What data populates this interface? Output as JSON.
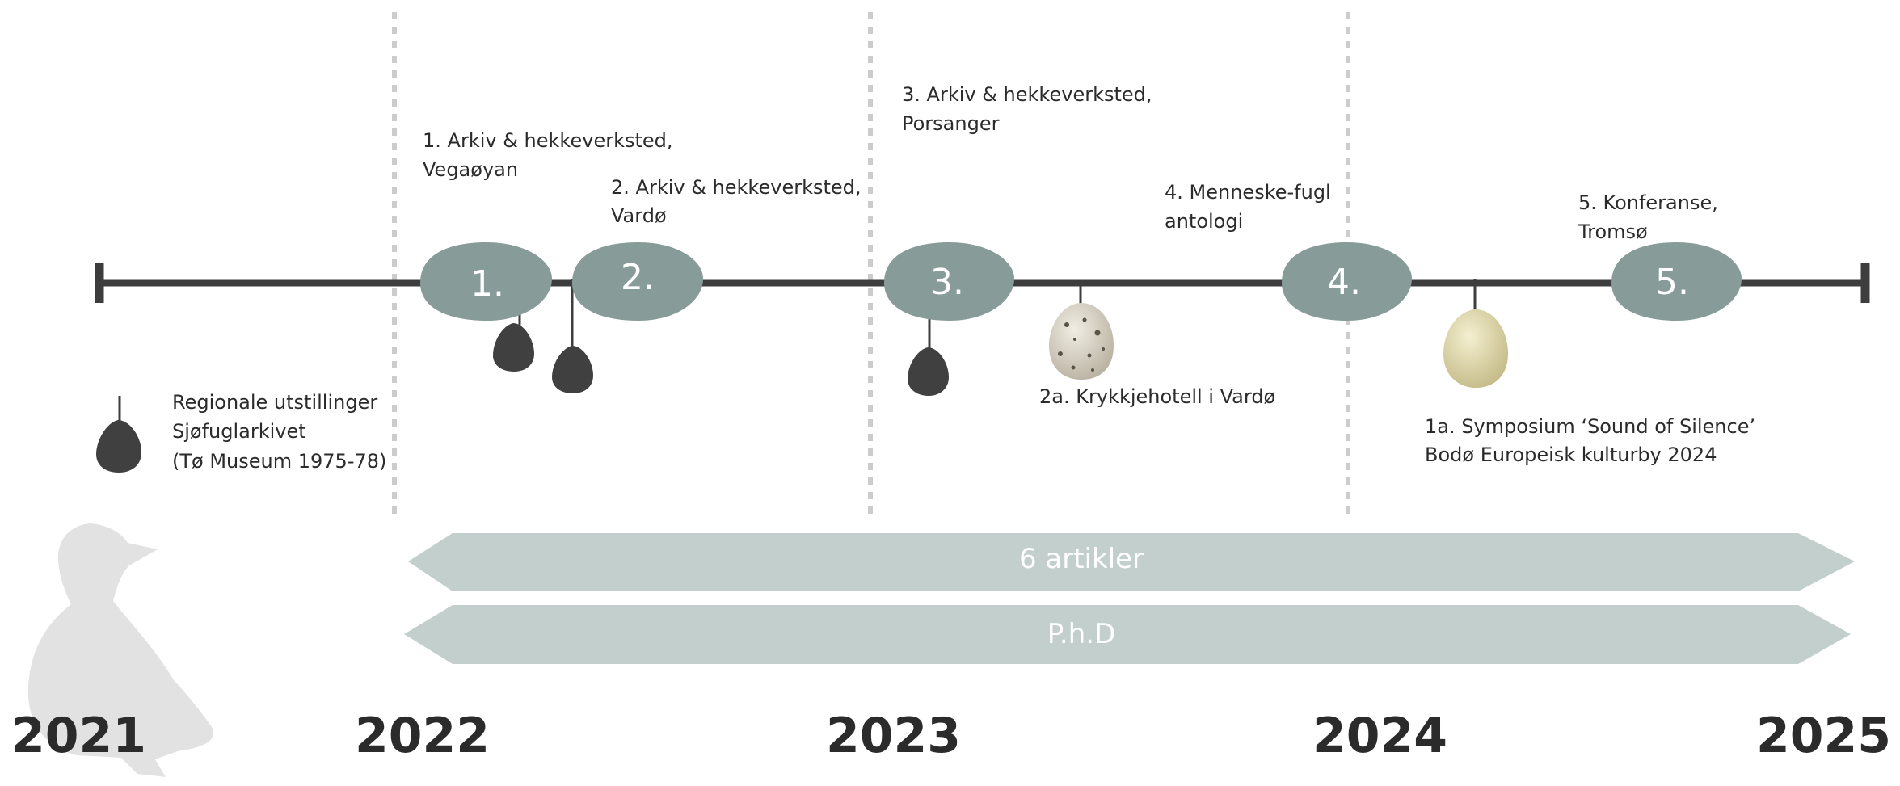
{
  "colors": {
    "axis": "#3d3d3d",
    "milestone": "#879b98",
    "band": "#c3cfcc",
    "dark_egg": "#404040",
    "divider": "#cccccc",
    "silhouette": "#e2e2e2",
    "speckled_egg": "#d8d2c2",
    "cream_egg": "#ddd6aa",
    "white": "#ffffff",
    "text": "#2b2b2b"
  },
  "years": [
    "2021",
    "2022",
    "2023",
    "2024",
    "2025"
  ],
  "milestones": [
    {
      "marker": "1.",
      "title": "1. Arkiv & hekkeverksted,",
      "place": "Vegaøyan"
    },
    {
      "marker": "2.",
      "title": "2. Arkiv & hekkeverksted,",
      "place": "Vardø"
    },
    {
      "marker": "3.",
      "title": "3. Arkiv & hekkeverksted,",
      "place": "Porsanger"
    },
    {
      "marker": "4.",
      "title": "4. Menneske-fugl",
      "place": "antologi"
    },
    {
      "marker": "5.",
      "title": "5. Konferanse,",
      "place": "Tromsø"
    }
  ],
  "events": {
    "krykkje": "2a. Krykkjehotell i Vardø",
    "symposium_line1": "1a. Symposium ‘Sound of Silence’",
    "symposium_line2": "Bodø Europeisk kulturby 2024"
  },
  "legend": {
    "line1": "Regionale utstillinger",
    "line2": "Sjøfuglarkivet",
    "line3": "(Tø Museum 1975-78)"
  },
  "bands": {
    "articles": "6 artikler",
    "phd": "P.h.D"
  },
  "icons": [
    "duck-silhouette-icon",
    "dark-egg-icon",
    "speckled-egg-icon",
    "cream-egg-icon"
  ]
}
